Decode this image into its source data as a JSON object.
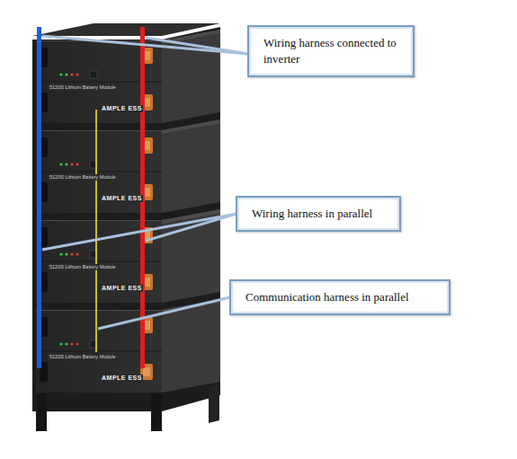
{
  "diagram": {
    "nodes": [
      {
        "text": [
          "Wiring harness connected to inverter"
        ]
      },
      {
        "text": [
          "Wiring harness in parallel"
        ]
      },
      {
        "text": [
          "Communication harness in parallel"
        ]
      }
    ],
    "labels": [
      "5120S Lithium Battery Module",
      "AMPLE ESS",
      "5120S Lithium Battery Module",
      "AMPLE ESS",
      "5120S Lithium Battery Module",
      "AMPLE ESS",
      "5120S Lithium Battery Module",
      "AMPLE ESS"
    ]
  }
}
